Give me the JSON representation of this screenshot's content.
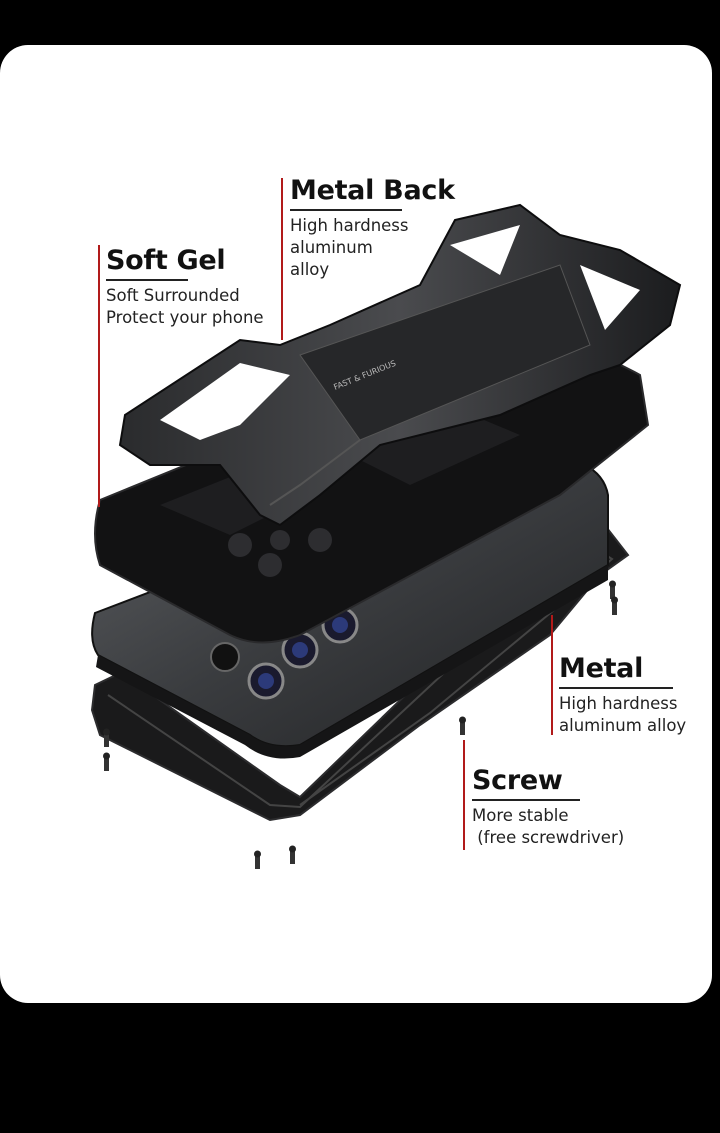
{
  "callouts": {
    "metal_back": {
      "title": "Metal Back",
      "desc": "High hardness\naluminum\nalloy"
    },
    "soft_gel": {
      "title": "Soft Gel",
      "desc": "Soft Surrounded\nProtect your phone"
    },
    "metal": {
      "title": "Metal",
      "desc": "High hardness\naluminum alloy"
    },
    "screw": {
      "title": "Screw",
      "desc": "More stable\n (free screwdriver)"
    }
  },
  "colors": {
    "accent_line": "#b11a1a",
    "card_bg": "#ffffff",
    "page_bg": "#000000"
  }
}
